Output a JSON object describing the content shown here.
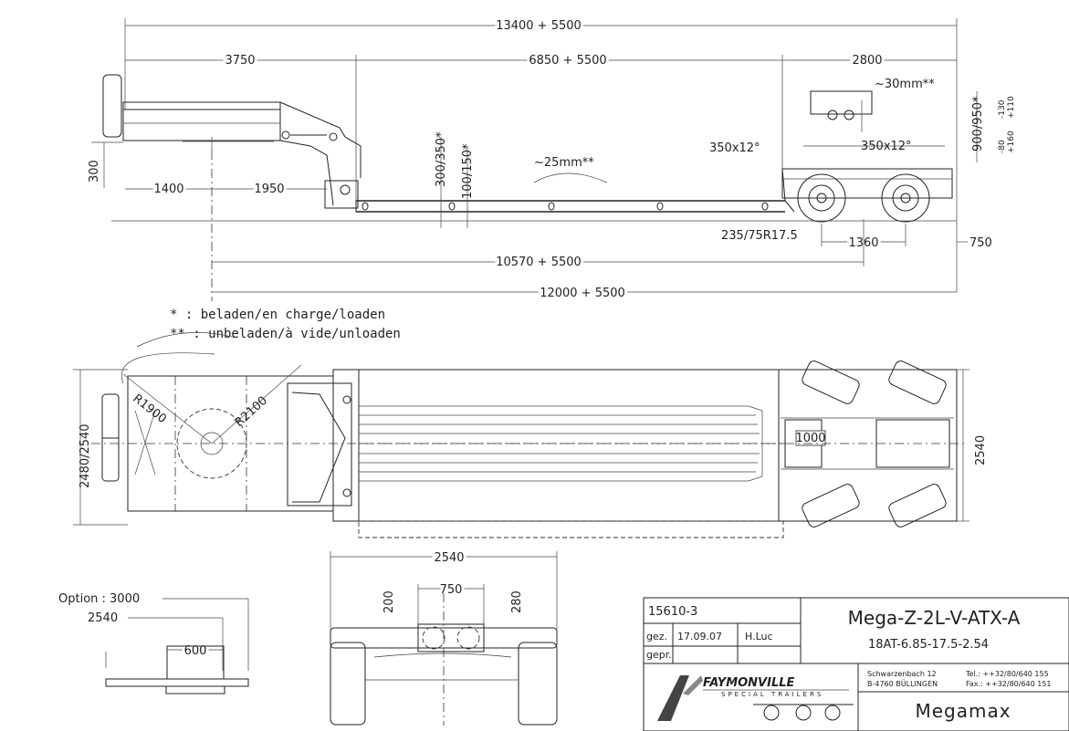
{
  "dimensions": {
    "overall_length": "13400 + 5500",
    "gooseneck_length": "3750",
    "deck_length": "6850 + 5500",
    "rear_length": "2800",
    "neck_1400": "1400",
    "neck_1950": "1950",
    "height_300": "300",
    "height_300_350": "300/350*",
    "height_100_150": "100/150*",
    "deck_curve": "~25mm**",
    "rear_curve": "~30mm**",
    "ramp_angle_front": "350x12°",
    "ramp_angle_rear": "350x12°",
    "height_900_950": "900/950*",
    "tolerance_top_1": "-130",
    "tolerance_top_2": "+110",
    "tolerance_bot_1": "-80",
    "tolerance_bot_2": "+160",
    "tyre": "235/75R17.5",
    "axle_spacing": "1360",
    "rear_overhang": "750",
    "kingpin_to_axle": "10570 + 5500",
    "kingpin_to_rear": "12000 + 5500",
    "width_front": "2480/2540",
    "width_rear": "2540",
    "turn_radius_1": "R1900",
    "turn_radius_2": "R2100",
    "center_1000": "1000",
    "end_width": "2540",
    "end_750": "750",
    "end_200": "200",
    "end_280": "280",
    "option_label": "Option : 3000",
    "option_2540": "2540",
    "option_600": "600"
  },
  "legend": {
    "single": "* : beladen/en charge/loaden",
    "double": "** : unbeladen/à vide/unloaden"
  },
  "title_block": {
    "drawing_no": "15610-3",
    "gez_label": "gez.",
    "gez_date": "17.09.07",
    "gez_name": "H.Luc",
    "gepr_label": "gepr.",
    "model": "Mega-Z-2L-V-ATX-A",
    "spec": "18AT-6.85-17.5-2.54",
    "company": "FAYMONVILLE",
    "company_tagline": "SPECIAL TRAILERS",
    "address_1": "Schwarzenbach 12",
    "address_2": "B-4760 BÜLLINGEN",
    "tel": "Tel.: ++32/80/640 155",
    "fax": "Fax.: ++32/80/640 151",
    "product_line": "Megamax"
  }
}
